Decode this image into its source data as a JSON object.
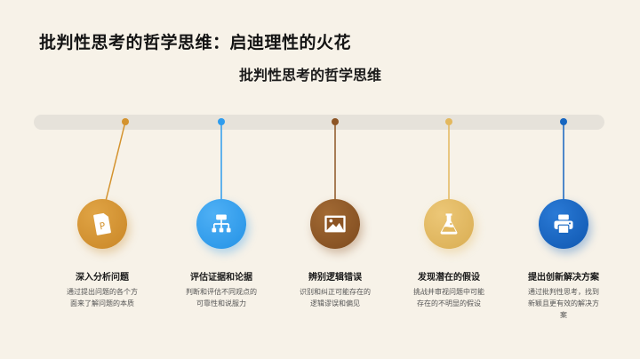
{
  "title": "批判性思考的哲学思维：启迪理性的火花",
  "subtitle": "批判性思考的哲学思维",
  "colors": {
    "background": "#f7f2e8",
    "track": "#e6e2da",
    "step1": "#d4932e",
    "step2": "#2e9cee",
    "step3": "#8c5424",
    "step4": "#e3b85e",
    "step5": "#1565c0"
  },
  "steps": [
    {
      "title": "深入分析问题",
      "desc": "通过提出问题的各个方面来了解问题的本质",
      "icon": "presentation-file-icon"
    },
    {
      "title": "评估证据和论据",
      "desc": "判断和评估不同观点的可靠性和说服力",
      "icon": "sitemap-icon"
    },
    {
      "title": "辨别逻辑错误",
      "desc": "识别和纠正可能存在的逻辑谬误和偏见",
      "icon": "image-icon"
    },
    {
      "title": "发现潜在的假设",
      "desc": "挑战并审视问题中可能存在的不明显的假设",
      "icon": "flask-icon"
    },
    {
      "title": "提出创新解决方案",
      "desc": "通过批判性思考，找到新颖且更有效的解决方案",
      "icon": "printer-icon"
    }
  ]
}
